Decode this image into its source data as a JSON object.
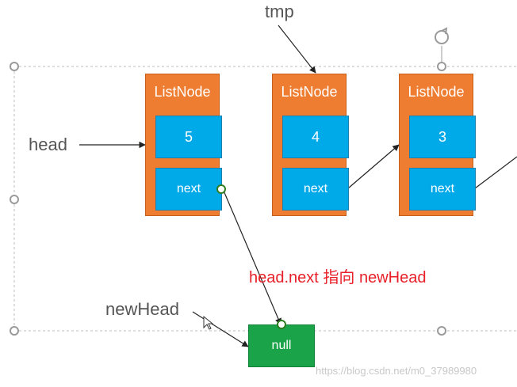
{
  "labels": {
    "tmp": "tmp",
    "head": "head",
    "new_head": "newHead"
  },
  "nodes": [
    {
      "title": "ListNode",
      "value": "5",
      "next": "next"
    },
    {
      "title": "ListNode",
      "value": "4",
      "next": "next"
    },
    {
      "title": "ListNode",
      "value": "3",
      "next": "next"
    }
  ],
  "null_node": {
    "label": "null"
  },
  "annotation": "head.next 指向 newHead",
  "watermark": "https://blog.csdn.net/m0_37989980",
  "colors": {
    "node_fill": "#ee7d31",
    "cell_fill": "#00a9e8",
    "null_fill": "#1ba34a",
    "annotation": "#e8202a"
  }
}
